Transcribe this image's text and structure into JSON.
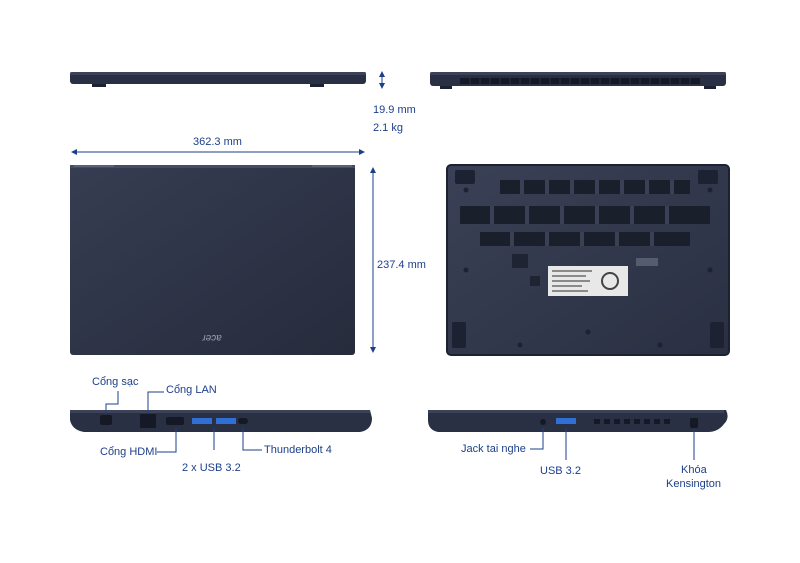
{
  "dimensions": {
    "thickness": "19.9 mm",
    "weight": "2.1 kg",
    "width": "362.3 mm",
    "depth": "237.4 mm"
  },
  "lid_logo": "acer",
  "ports_left": {
    "charging": "Cổng sạc",
    "lan": "Cổng LAN",
    "hdmi": "Cổng HDMI",
    "usb": "2 x USB 3.2",
    "thunderbolt": "Thunderbolt 4"
  },
  "ports_right": {
    "audio": "Jack tai nghe",
    "usb": "USB 3.2",
    "kensington_line1": "Khóa",
    "kensington_line2": "Kensington"
  },
  "colors": {
    "body": "#2d3447",
    "body_dark": "#1c2231",
    "label": "#1d3f8a",
    "usb_port": "#2f6fd6"
  }
}
